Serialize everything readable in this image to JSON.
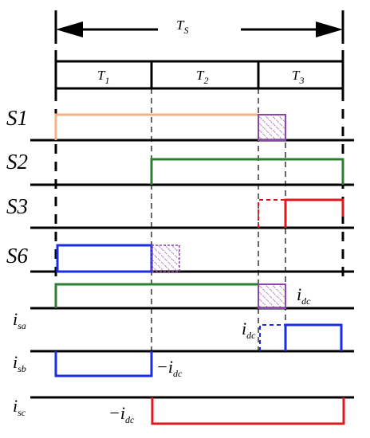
{
  "period": {
    "main": "T",
    "sub": "S"
  },
  "intervals": [
    {
      "main": "T",
      "sub": "1"
    },
    {
      "main": "T",
      "sub": "2"
    },
    {
      "main": "T",
      "sub": "3"
    }
  ],
  "switches": [
    "S1",
    "S2",
    "S3",
    "S6"
  ],
  "currents": [
    {
      "main": "i",
      "sub": "sa"
    },
    {
      "main": "i",
      "sub": "sb"
    },
    {
      "main": "i",
      "sub": "sc"
    }
  ],
  "current_labels": {
    "idc_right": {
      "main": "i",
      "sub": "dc"
    },
    "idc_mid": {
      "main": "i",
      "sub": "dc"
    },
    "neg_idc_sb": {
      "prefix": "−",
      "main": "i",
      "sub": "dc"
    },
    "neg_idc_sc": {
      "prefix": "−",
      "main": "i",
      "sub": "dc"
    }
  },
  "colors": {
    "s1": "#f4b183",
    "green": "#2e7d32",
    "red": "#e0191e",
    "blue": "#1a2ee6",
    "purple": "#8e44ad",
    "axis": "#000000"
  }
}
